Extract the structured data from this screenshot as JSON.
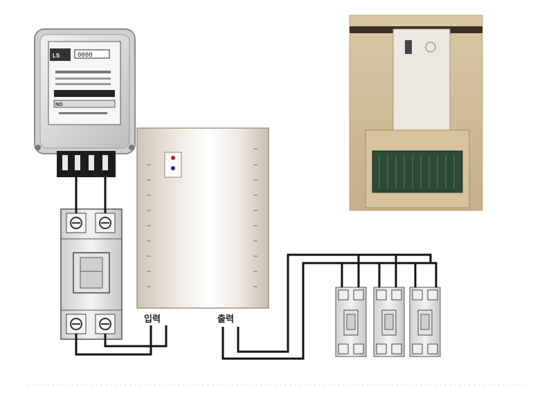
{
  "labels": {
    "input": "입력",
    "output": "출력"
  },
  "meter": {
    "brand": "LS",
    "reading": "0000",
    "label": "NO"
  },
  "colors": {
    "wire": "#111111",
    "panel": "#ded5c8",
    "photo_wall": "#c9b48f",
    "breaker_body": "#e4e4e4"
  }
}
